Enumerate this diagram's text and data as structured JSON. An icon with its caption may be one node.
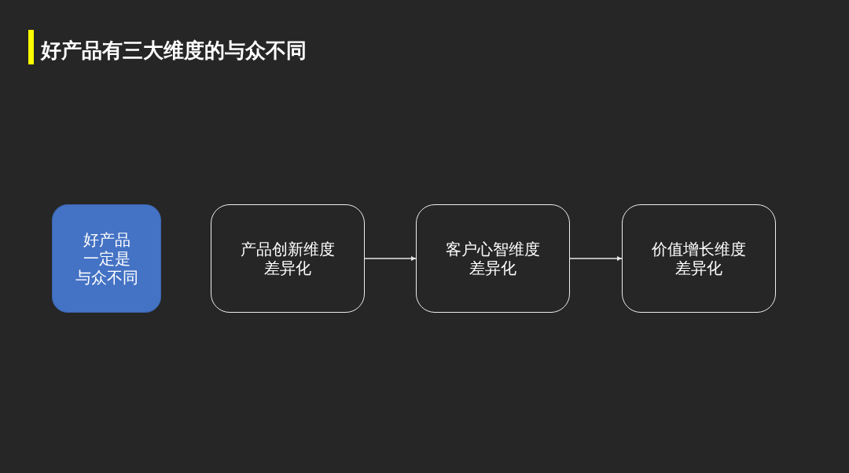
{
  "diagram": {
    "title": "好产品有三大维度的与众不同",
    "nodes": [
      {
        "text": [
          "好产品一定是与众不同"
        ]
      },
      {
        "text": [
          "产品创新维度差异化"
        ]
      },
      {
        "text": [
          "客户心智维度差异化"
        ]
      },
      {
        "text": [
          "价值增长维度差异化"
        ]
      }
    ],
    "edges": [
      {
        "from": 1,
        "to": 2,
        "arrow": "to"
      },
      {
        "from": 2,
        "to": 3,
        "arrow": "to"
      }
    ]
  }
}
